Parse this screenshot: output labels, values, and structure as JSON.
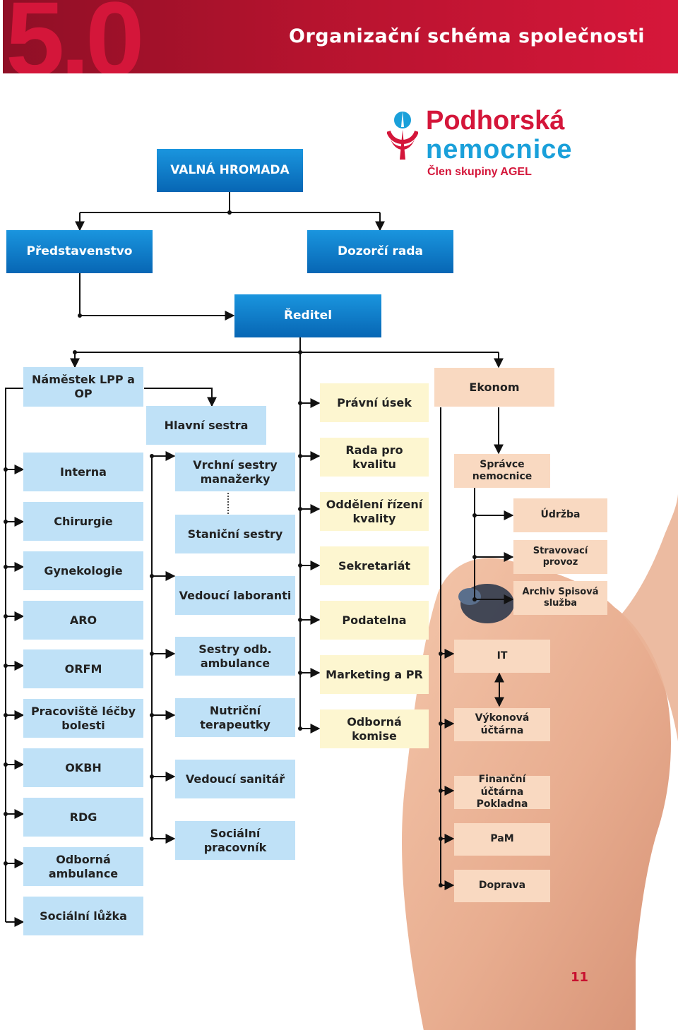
{
  "header": {
    "section_number": "5.0",
    "title": "Organizační schéma společnosti"
  },
  "logo": {
    "line1": "Podhorská",
    "line2": "nemocnice",
    "line3": "Člen skupiny AGEL"
  },
  "page_number": "11",
  "colors": {
    "banner": "#b5132e",
    "top_level": "#0a72bf",
    "medical": "#bfe1f7",
    "quality": "#fdf6d0",
    "economics": "#f9d9c1"
  },
  "top": {
    "valna_hromada": "VALNÁ HROMADA",
    "predstavenstvo": "Představenstvo",
    "dozorci_rada": "Dozorčí rada",
    "reditel": "Ředitel"
  },
  "col1": {
    "head": "Náměstek LPP a OP",
    "items": [
      "Interna",
      "Chirurgie",
      "Gynekologie",
      "ARO",
      "ORFM",
      "Pracoviště léčby bolesti",
      "OKBH",
      "RDG",
      "Odborná ambulance",
      "Sociální lůžka"
    ]
  },
  "col2": {
    "head": "Hlavní sestra",
    "items": [
      "Vrchní sestry manažerky",
      "Staniční sestry",
      "Vedoucí laboranti",
      "Sestry odb. ambulance",
      "Nutriční terapeutky",
      "Vedoucí sanitář",
      "Sociální pracovník"
    ]
  },
  "col3": {
    "head": "Právní úsek",
    "items": [
      "Rada pro kvalitu",
      "Oddělení řízení kvality",
      "Sekretariát",
      "Podatelna",
      "Marketing a PR",
      "Odborná komise"
    ]
  },
  "col4": {
    "head": "Ekonom",
    "spravce": "Správce nemocnice",
    "sub": [
      "Údržba",
      "Stravovací provoz",
      "Archiv Spisová služba"
    ],
    "items": [
      "IT",
      "Výkonová účtárna",
      "Finanční účtárna Pokladna",
      "PaM",
      "Doprava"
    ]
  }
}
